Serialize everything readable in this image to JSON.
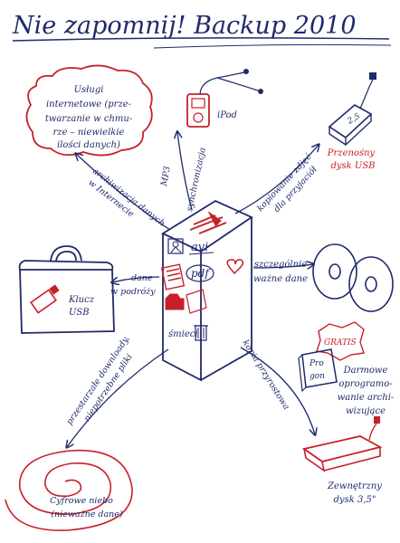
{
  "title": "Nie zapomnij! Backup 2010",
  "colors": {
    "ink": "#1f2a6b",
    "red": "#c8202a",
    "bg": "#ffffff"
  },
  "cloud": {
    "lines": [
      "Usługi",
      "internetowe (prze-",
      "twarzanie w chmu-",
      "rze – niewielkie",
      "ilości danych)"
    ]
  },
  "ipod": {
    "label": "iPod"
  },
  "usb_drive": {
    "lines": [
      "Przenośny",
      "dysk USB"
    ],
    "side_text": "2,5"
  },
  "bag": {
    "lines": [
      "Klucz",
      "USB"
    ]
  },
  "cds": {
    "lines": [
      "szczególnie",
      "ważne dane"
    ]
  },
  "free_software": {
    "badge": "GRATIS",
    "box_lines": [
      "Pro",
      "gon"
    ],
    "lines": [
      "Darmowe",
      "oprogramo-",
      "wanie archi-",
      "wizujące"
    ]
  },
  "ext_drive": {
    "lines": [
      "Zewnętrzny",
      "dysk 3,5\""
    ]
  },
  "spiral": {
    "lines": [
      "Cyfrowe niebo",
      "(nieważne dane)"
    ]
  },
  "server": {
    "avi": "avi",
    "pdf": "pdf",
    "trash": "śmieci"
  },
  "arrows": {
    "cloud": [
      "archiwizacja danych",
      "w Internecie"
    ],
    "ipod": [
      "MP3",
      "synchronizacja"
    ],
    "usb": [
      "kopiowanie zdjęć",
      "dla przyjaciół"
    ],
    "bag": [
      "dane",
      "w podróży"
    ],
    "spiral": [
      "przestarzałe downloady,",
      "niepotrzebne pliki"
    ],
    "ext": [
      "kopia przyrostowa"
    ]
  }
}
